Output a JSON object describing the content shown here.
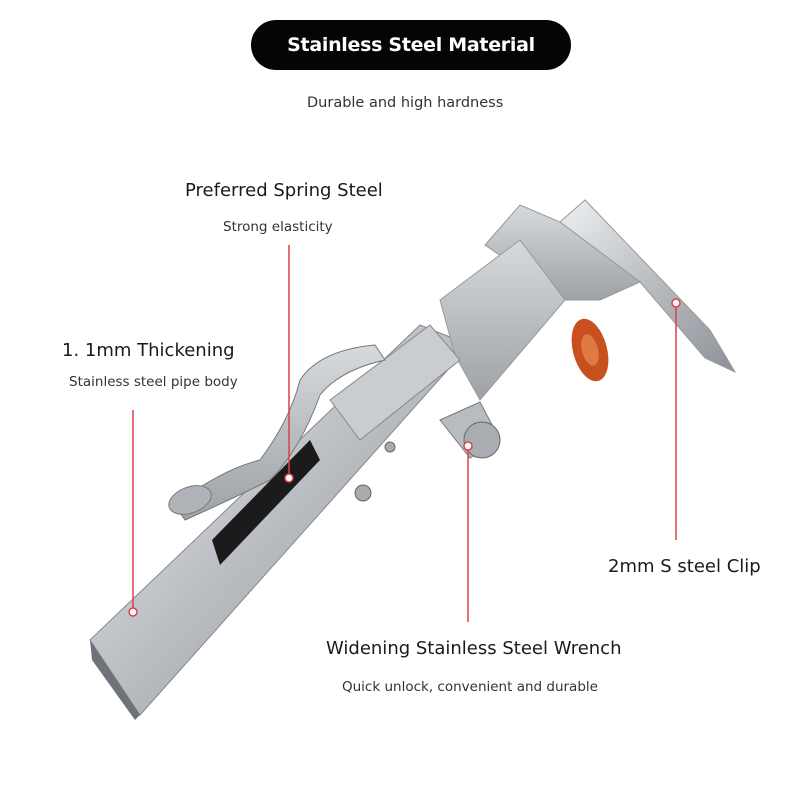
{
  "header": {
    "title": "Stainless Steel Material",
    "subtitle": "Durable and high hardness"
  },
  "callouts": [
    {
      "title": "Preferred Spring Steel",
      "subtitle": "Strong elasticity"
    },
    {
      "title": "1. 1mm Thickening",
      "subtitle": "Stainless steel pipe body"
    },
    {
      "title": "2mm S steel Clip"
    },
    {
      "title": "Widening Stainless Steel Wrench",
      "subtitle": "Quick unlock, convenient and durable"
    }
  ],
  "colors": {
    "leader_line": "#d9434a",
    "pill": "#050505",
    "knob": "#c8501e"
  }
}
